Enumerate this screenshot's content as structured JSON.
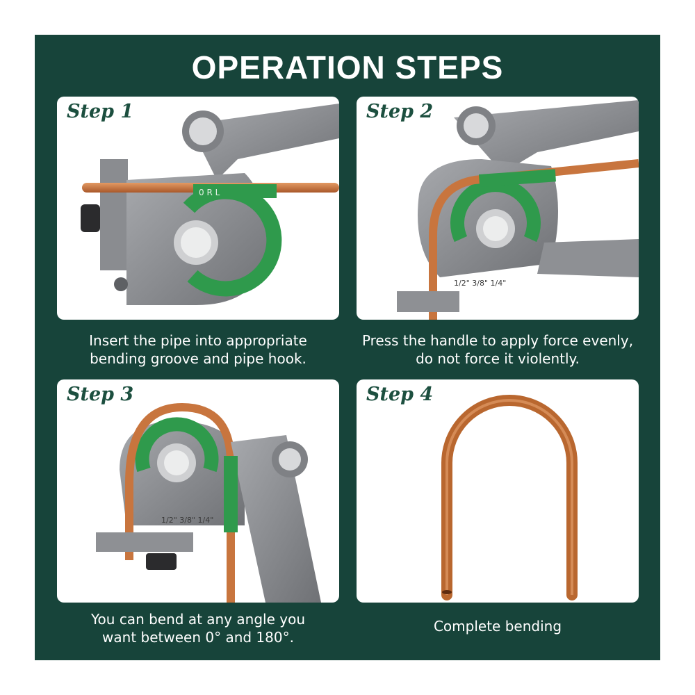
{
  "title": "OPERATION STEPS",
  "colors": {
    "background": "#17443a",
    "panel": "#ffffff",
    "label": "#1c4f3f",
    "copper": "#c8753e",
    "metal": "#8e9094",
    "scale": "#2f9a4c"
  },
  "steps": [
    {
      "label": "Step 1",
      "caption_lines": [
        "Insert the pipe into appropriate",
        "bending groove and pipe hook."
      ]
    },
    {
      "label": "Step 2",
      "caption_lines": [
        "Press the handle to apply force evenly,",
        "do not force it violently."
      ]
    },
    {
      "label": "Step 3",
      "caption_lines": [
        "You can bend at any angle you",
        "want between 0° and 180°."
      ]
    },
    {
      "label": "Step 4",
      "caption_lines": [
        "Complete bending"
      ]
    }
  ],
  "tool_markings": {
    "scale_letters": "0 R L",
    "size_marks": "1/2\" 3/8\" 1/4\""
  }
}
